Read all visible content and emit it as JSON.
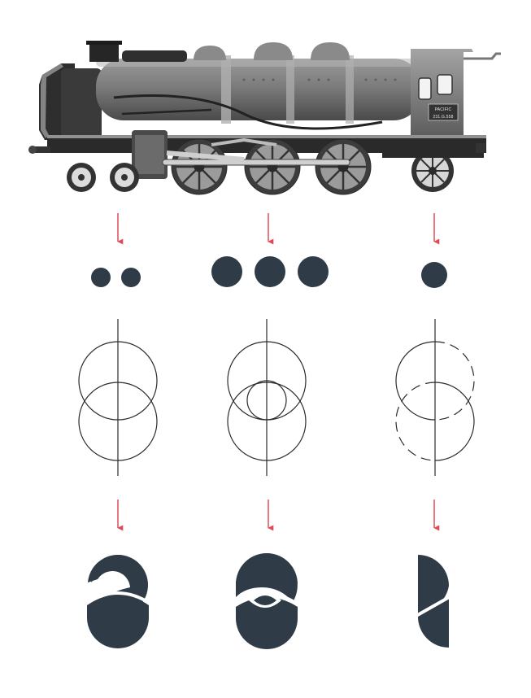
{
  "locomotive": {
    "plate_number": "231.G.558",
    "plate_name": "PACIFIC"
  },
  "colors": {
    "arrow": "#e04b57",
    "glyph": "#2f3b47",
    "construction_line": "#2b2b2b",
    "background": "#ffffff"
  },
  "columns": [
    {
      "id": "leading-axle",
      "wheel_count": 2,
      "construction_style": "two-circles-solid",
      "result_glyph": "2"
    },
    {
      "id": "driving-axles",
      "wheel_count": 3,
      "construction_style": "two-circles-with-inner-circle",
      "result_glyph": "3"
    },
    {
      "id": "trailing-axle",
      "wheel_count": 1,
      "construction_style": "two-circles-partly-dashed",
      "result_glyph": "1"
    }
  ]
}
